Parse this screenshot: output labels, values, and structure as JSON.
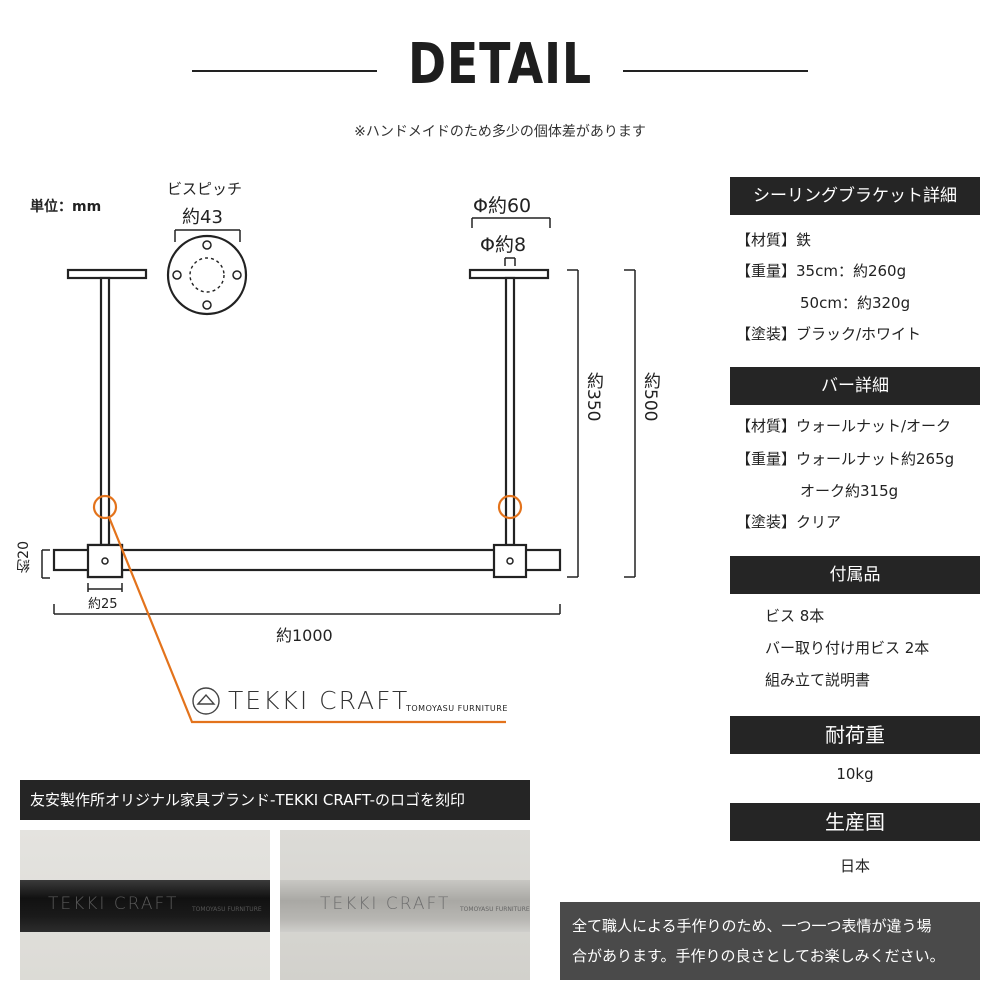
{
  "header": {
    "title": "DETAIL",
    "note": "※ハンドメイドのため多少の個体差があります"
  },
  "diagram": {
    "unit": "単位：mm",
    "screw_pitch_label": "ビスピッチ",
    "screw_pitch_value": "約43",
    "phi_outer": "Φ約60",
    "phi_inner": "Φ約8",
    "height_inner": "約350",
    "height_outer": "約500",
    "bar_height": "約20",
    "bar_width": "約25",
    "total_width": "約1000",
    "accent_color": "#e3731c"
  },
  "logo": {
    "brand": "TEKKI CRAFT",
    "sub": "TOMOYASU FURNITURE",
    "caption": "友安製作所オリジナル家具ブランド-TEKKI CRAFT-のロゴを刻印"
  },
  "specs": {
    "bracket": {
      "heading": "シーリングブラケット詳細",
      "material": "【材質】鉄",
      "weight": "【重量】35cm：約260g",
      "weight2": "50cm：約320g",
      "finish": "【塗装】ブラック/ホワイト"
    },
    "bar": {
      "heading": "バー詳細",
      "material": "【材質】ウォールナット/オーク",
      "weight": "【重量】ウォールナット約265g",
      "weight2": "オーク約315g",
      "finish": "【塗装】クリア"
    },
    "accessories": {
      "heading": "付属品",
      "items": [
        "ビス 8本",
        "バー取り付け用ビス 2本",
        "組み立て説明書"
      ]
    },
    "load": {
      "heading": "耐荷重",
      "value": "10kg"
    },
    "origin": {
      "heading": "生産国",
      "value": "日本"
    }
  },
  "footer_note": {
    "line1": "全て職人による手作りのため、一つ一つ表情が違う場",
    "line2": "合があります。手作りの良さとしてお楽しみください。"
  }
}
